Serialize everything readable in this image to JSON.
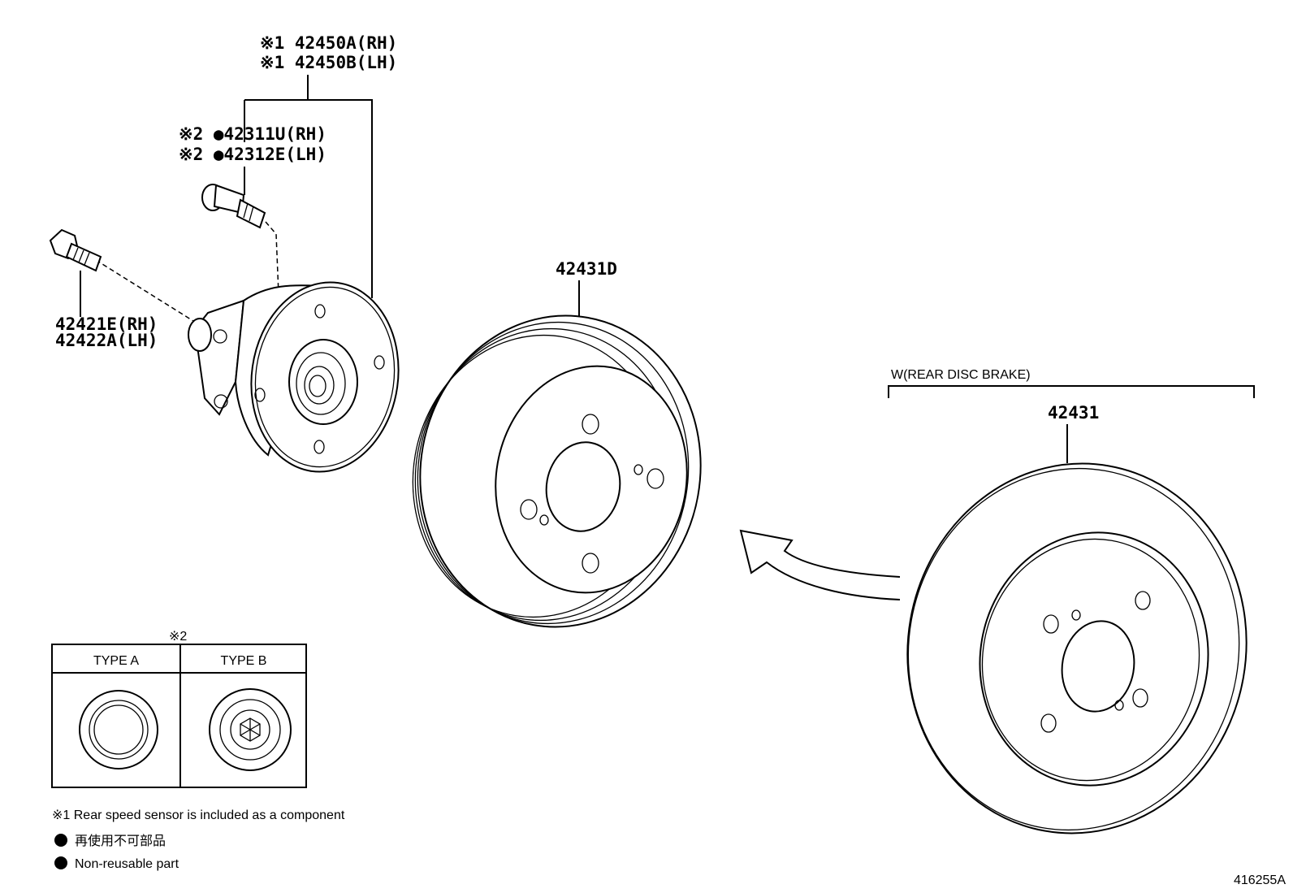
{
  "labels": {
    "hub_rh": "※1 42450A(RH)",
    "hub_lh": "※1 42450B(LH)",
    "bolt_rh": "※2 ●42311U(RH)",
    "bolt_lh": "※2 ●42312E(LH)",
    "hubbolt_rh": "42421E(RH)",
    "hubbolt_lh": "42422A(LH)",
    "drum": "42431D",
    "disc": "42431",
    "disc_group": "W(REAR DISC BRAKE)"
  },
  "type_table": {
    "mark": "※2",
    "col_a": "TYPE A",
    "col_b": "TYPE B"
  },
  "notes": {
    "note1": "※1 Rear speed sensor is included as a component",
    "note2_jp": "再使用不可部品",
    "note2_en": "Non-reusable part"
  },
  "figure_id": "416255A"
}
